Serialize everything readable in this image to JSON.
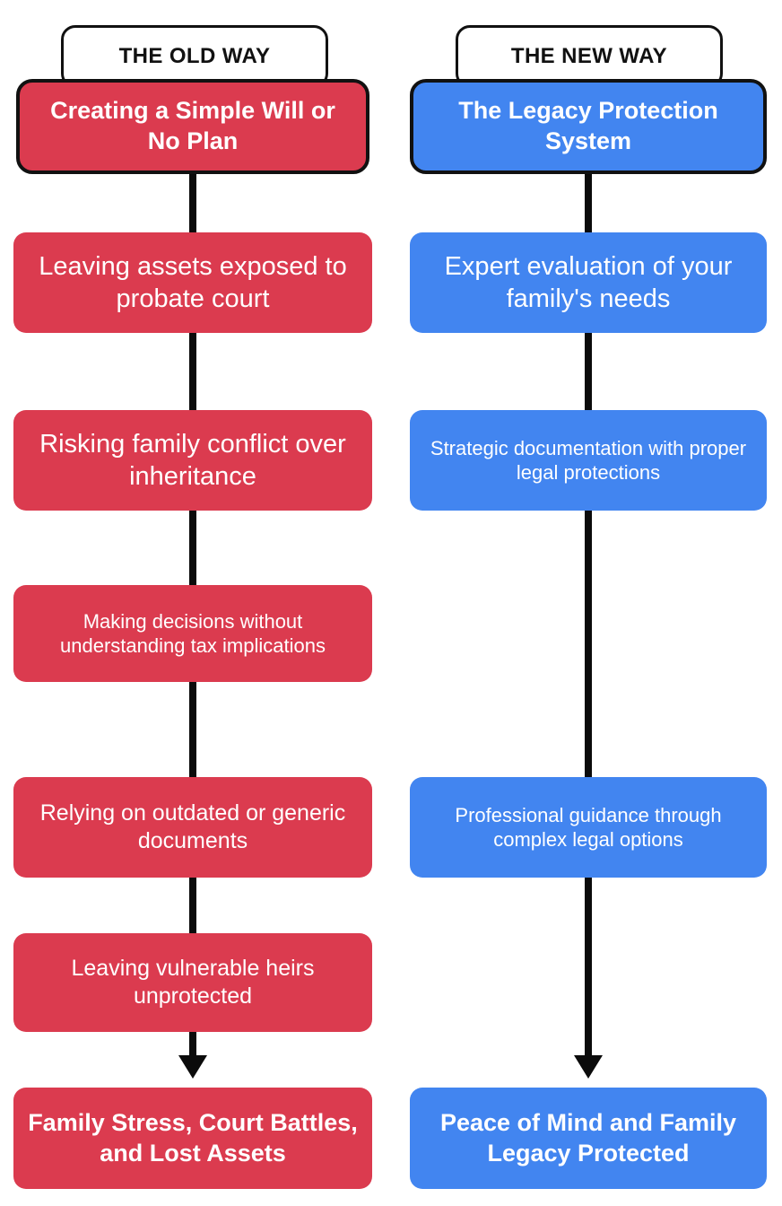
{
  "palette": {
    "old_way_color": "#DB3B4F",
    "new_way_color": "#4285F0",
    "line_color": "#0B0B0B",
    "text_on_color": "#FFFFFF",
    "pill_background": "#FFFFFF",
    "pill_border": "#111111"
  },
  "columns": {
    "left": {
      "header": "THE OLD WAY",
      "steps": [
        "Creating a Simple Will or No Plan",
        "Leaving assets exposed to probate court",
        "Risking family conflict over inheritance",
        "Making decisions without understanding tax implications",
        "Relying on outdated or generic documents",
        "Leaving vulnerable heirs unprotected",
        "Family Stress, Court Battles, and Lost Assets"
      ]
    },
    "right": {
      "header": "THE NEW WAY",
      "steps": [
        "The Legacy Protection System",
        "Expert evaluation of your family's needs",
        "Strategic documentation with proper legal protections",
        "Professional guidance through complex legal options",
        "Peace of Mind and Family Legacy Protected"
      ]
    }
  }
}
